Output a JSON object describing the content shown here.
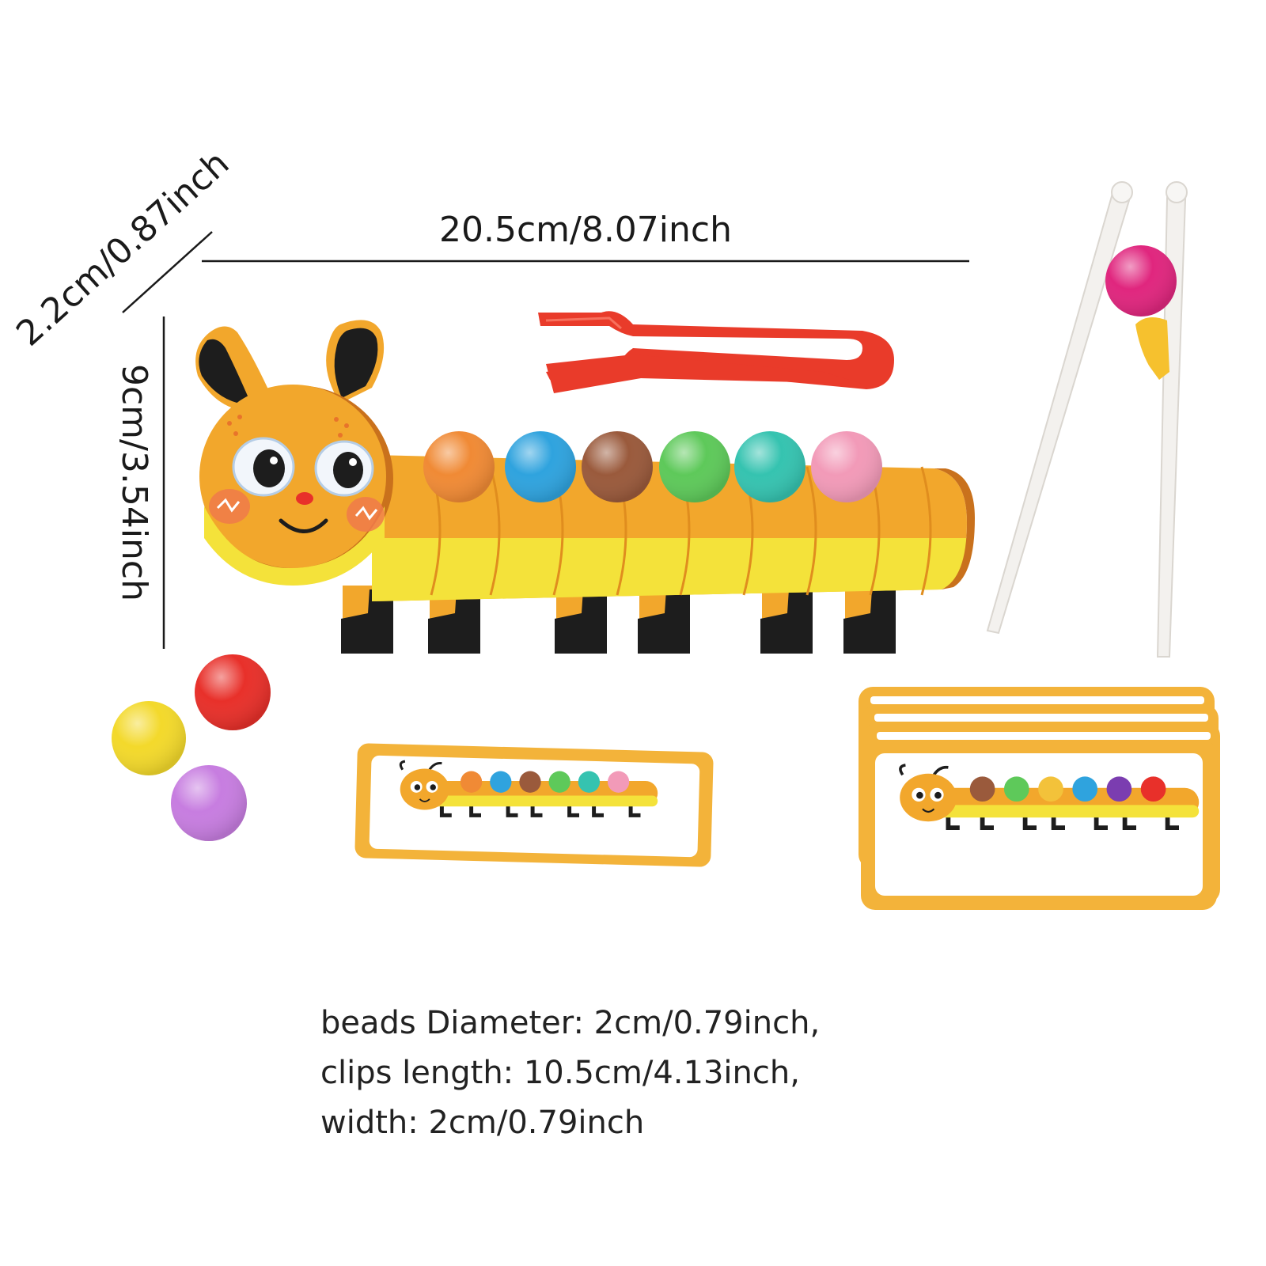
{
  "dimensions": {
    "length": "20.5cm/8.07inch",
    "depth": "2.2cm/0.87inch",
    "height": "9cm/3.54inch"
  },
  "specs": [
    "beads Diameter: 2cm/0.79inch,",
    "clips length: 10.5cm/4.13inch,",
    "width: 2cm/0.79inch"
  ],
  "colors": {
    "body": "#f2a72c",
    "belly": "#f4e23a",
    "tongs": "#e93b2a",
    "chopstick": "#f3f1ee",
    "chopstick_ball": "#e0267e",
    "card_border": "#f3b33a",
    "ink": "#1d1d1d"
  },
  "beads_on_caterpillar": [
    "#f08a35",
    "#2fa3de",
    "#9a5a3c",
    "#5ec95a",
    "#35c3b0",
    "#f29ab8"
  ],
  "loose_beads": [
    "#e8302a",
    "#f3d92b",
    "#c77de0"
  ],
  "card_bead_sequences": [
    [
      "#f08a35",
      "#2fa3de",
      "#9a5a3c",
      "#5ec95a",
      "#35c3b0",
      "#f29ab8"
    ],
    [
      "#9a5a3c",
      "#5ec95a",
      "#f3c23a",
      "#2fa3de",
      "#7b3db0",
      "#e8302a"
    ]
  ]
}
